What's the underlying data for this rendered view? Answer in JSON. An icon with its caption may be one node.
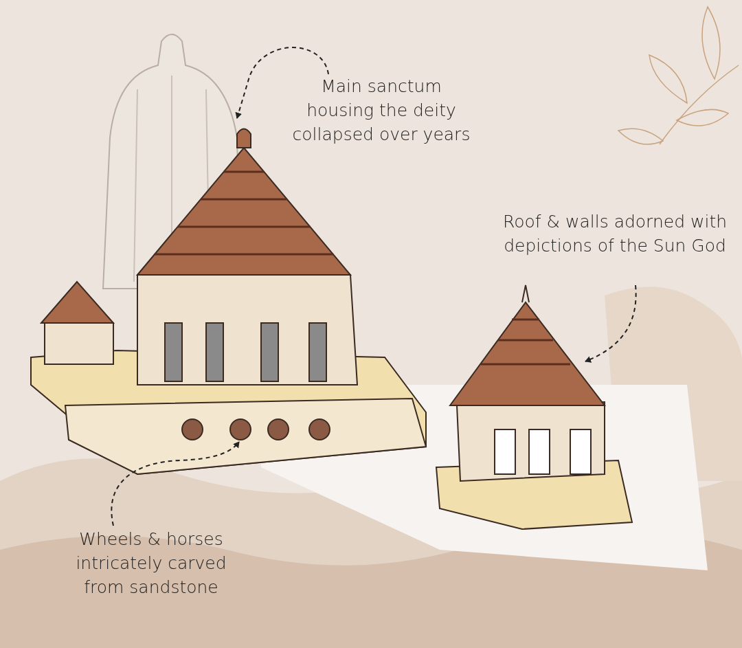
{
  "diagram": {
    "nodes": [
      {
        "text": [
          "Main sanctum housing the deity collapsed over years"
        ]
      },
      {
        "text": [
          "Roof & walls adorned with depictions of the Sun God"
        ]
      },
      {
        "text": [
          "Wheels & horses intricately carved from sandstone"
        ]
      },
      {
        "text": [],
        "shape": "picture"
      },
      {
        "text": [],
        "shape": "picture"
      },
      {
        "text": [],
        "shape": "picture"
      }
    ],
    "edges": [
      {
        "from": 0,
        "to": 3,
        "arrow": "to",
        "style": "dashed"
      },
      {
        "from": 1,
        "to": 4,
        "arrow": "to",
        "style": "dashed"
      },
      {
        "from": 2,
        "to": 5,
        "arrow": "to",
        "style": "dashed"
      }
    ]
  }
}
